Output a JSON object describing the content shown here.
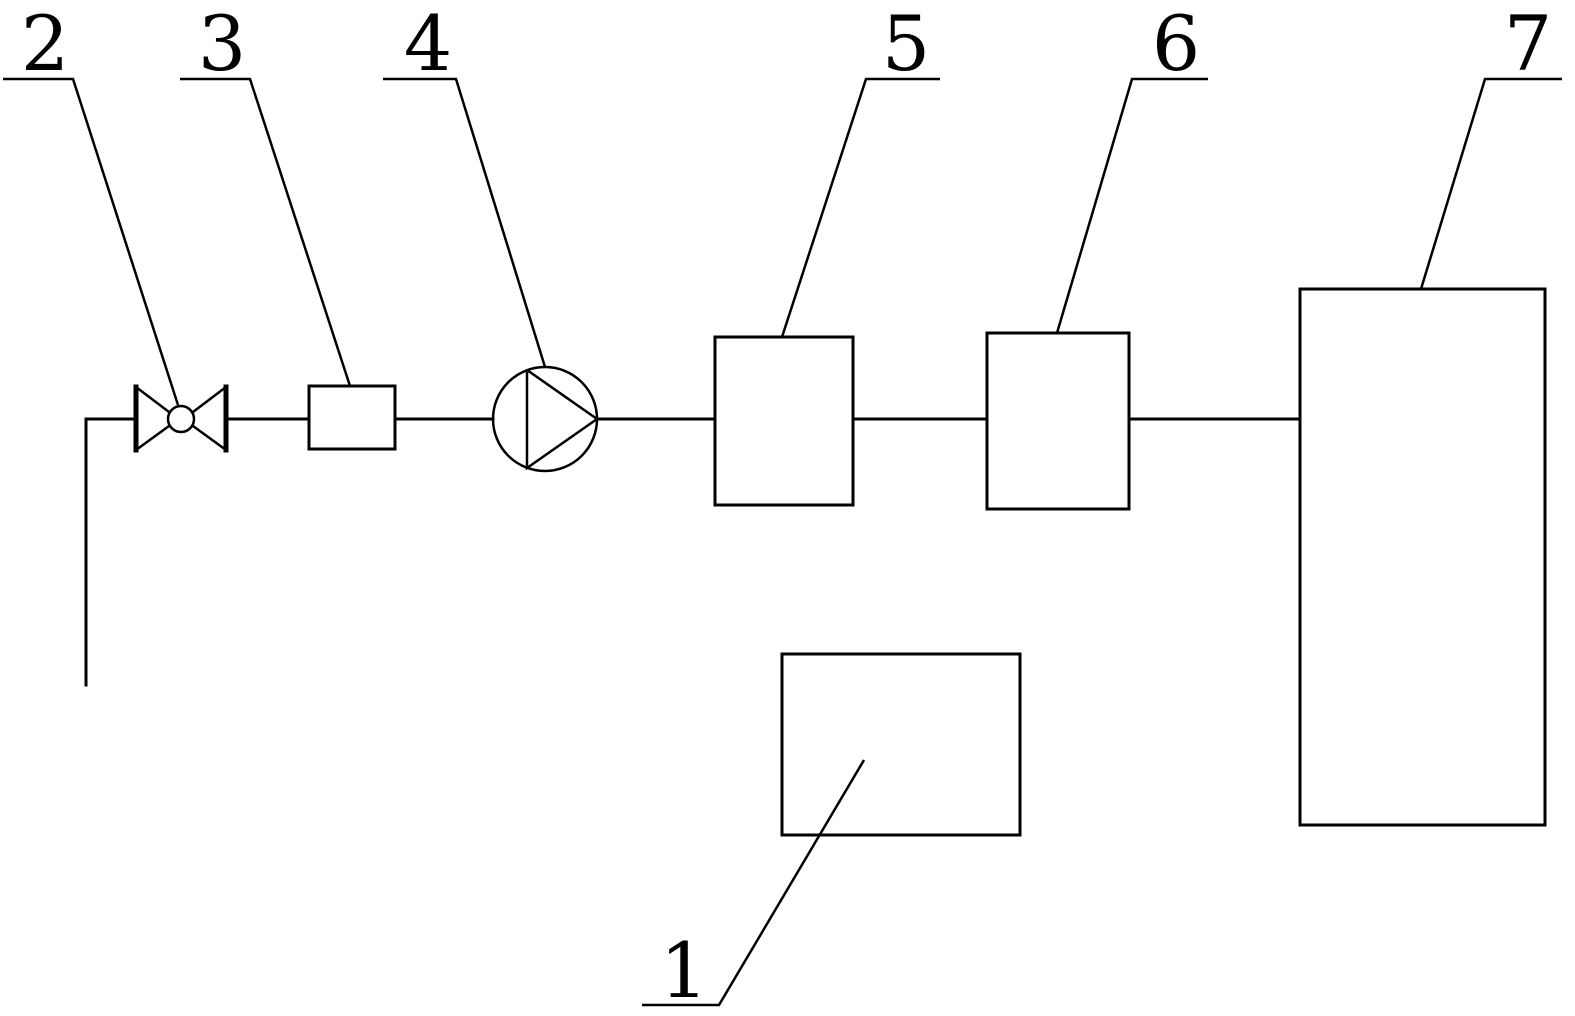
{
  "diagram": {
    "labels": {
      "item1": "1",
      "item2": "2",
      "item3": "3",
      "item4": "4",
      "item5": "5",
      "item6": "6",
      "item7": "7"
    }
  }
}
